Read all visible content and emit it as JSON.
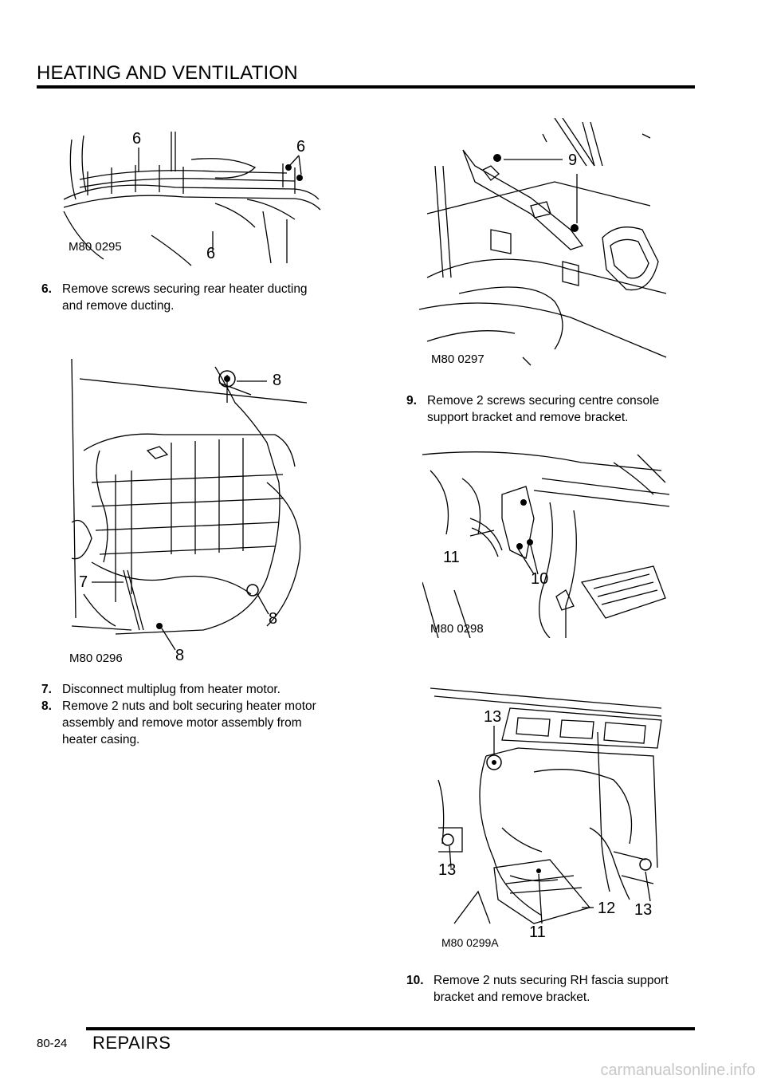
{
  "header": {
    "title": "HEATING AND VENTILATION"
  },
  "figures": [
    {
      "ref": "M80 0295",
      "callouts": [
        "6",
        "6",
        "6"
      ]
    },
    {
      "ref": "M80 0296",
      "callouts": [
        "8",
        "7",
        "8",
        "8"
      ]
    },
    {
      "ref": "M80 0297",
      "callouts": [
        "9"
      ]
    },
    {
      "ref": "M80 0298",
      "callouts": [
        "11",
        "10"
      ]
    },
    {
      "ref": "M80 0299A",
      "callouts": [
        "13",
        "13",
        "12",
        "13",
        "11"
      ]
    }
  ],
  "steps": [
    {
      "num": "6.",
      "lines": [
        "Remove screws securing rear heater  ducting",
        "and remove ducting."
      ]
    },
    {
      "num": "7.",
      "lines": [
        "Disconnect multiplug from heater motor."
      ]
    },
    {
      "num": "8.",
      "lines": [
        "Remove 2 nuts and bolt securing heater  motor",
        "assembly and remove motor assembly  from",
        "heater casing."
      ]
    },
    {
      "num": "9.",
      "lines": [
        "Remove 2 screws securing centre console",
        "support bracket and remove bracket."
      ]
    },
    {
      "num": "10.",
      "lines": [
        "Remove 2 nuts securing RH fascia  support",
        "bracket and remove bracket."
      ]
    }
  ],
  "footer": {
    "page": "80-24",
    "section": "REPAIRS"
  },
  "watermark": "carmanualsonline.info"
}
